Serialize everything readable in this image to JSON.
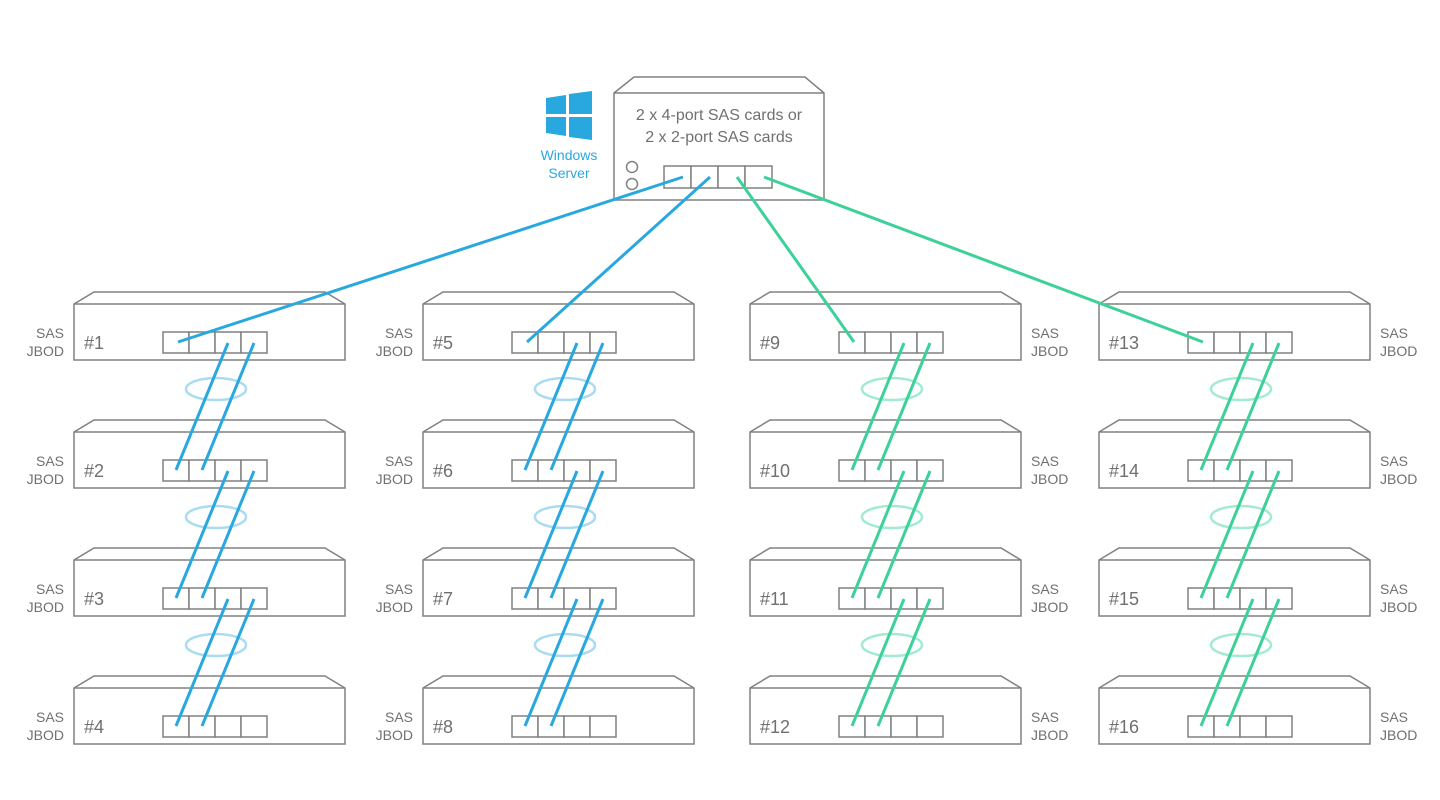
{
  "server": {
    "line1": "2 x 4-port SAS cards or",
    "line2": "2 x 2-port SAS cards",
    "os_line1": "Windows",
    "os_line2": "Server",
    "logo_icon": "windows-logo-icon"
  },
  "jbod_side_label": {
    "line1": "SAS",
    "line2": "JBOD"
  },
  "colors": {
    "blue": "#29a8e0",
    "green": "#3dd19a",
    "outline": "#808080",
    "text": "#707070"
  },
  "columns": [
    {
      "color": "blue",
      "label_side": "left",
      "units": [
        "#1",
        "#2",
        "#3",
        "#4"
      ]
    },
    {
      "color": "blue",
      "label_side": "left",
      "units": [
        "#5",
        "#6",
        "#7",
        "#8"
      ]
    },
    {
      "color": "green",
      "label_side": "right",
      "units": [
        "#9",
        "#10",
        "#11",
        "#12"
      ]
    },
    {
      "color": "green",
      "label_side": "right",
      "units": [
        "#13",
        "#14",
        "#15",
        "#16"
      ]
    }
  ]
}
